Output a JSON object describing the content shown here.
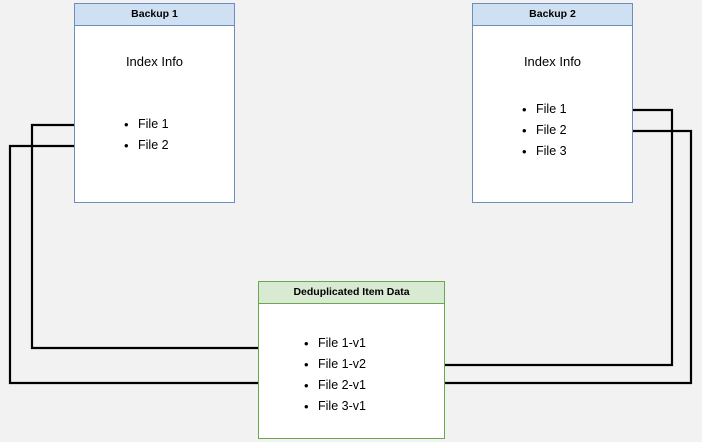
{
  "diagram": {
    "title_hidden": "",
    "background_color": "#f2f2f2",
    "boxes": [
      {
        "id": "backup1",
        "header": "Backup 1",
        "body_title": "Index Info",
        "border_color": "#6c8ebf",
        "header_bg": "#cfe0f3",
        "items": [
          "File 1",
          "File 2"
        ]
      },
      {
        "id": "backup2",
        "header": "Backup 2",
        "body_title": "Index Info",
        "border_color": "#6c8ebf",
        "header_bg": "#cfe0f3",
        "items": [
          "File 1",
          "File 2",
          "File 3"
        ]
      },
      {
        "id": "dedup",
        "header": "Deduplicated Item Data",
        "body_title": "",
        "border_color": "#6aa84f",
        "header_bg": "#d9ead3",
        "items": [
          "File 1-v1",
          "File 1-v2",
          "File 2-v1",
          "File 3-v1"
        ]
      }
    ],
    "edges": [
      {
        "from": "Backup 1 / File 1",
        "to": "Deduplicated Item Data / File 1-v1"
      },
      {
        "from": "Backup 1 / File 2",
        "to": "Deduplicated Item Data / File 2-v1"
      },
      {
        "from": "Backup 2 / File 1",
        "to": "Deduplicated Item Data / File 1-v2"
      },
      {
        "from": "Backup 2 / File 2",
        "to": "Deduplicated Item Data / File 2-v1"
      }
    ],
    "edge_color": "#000000"
  }
}
